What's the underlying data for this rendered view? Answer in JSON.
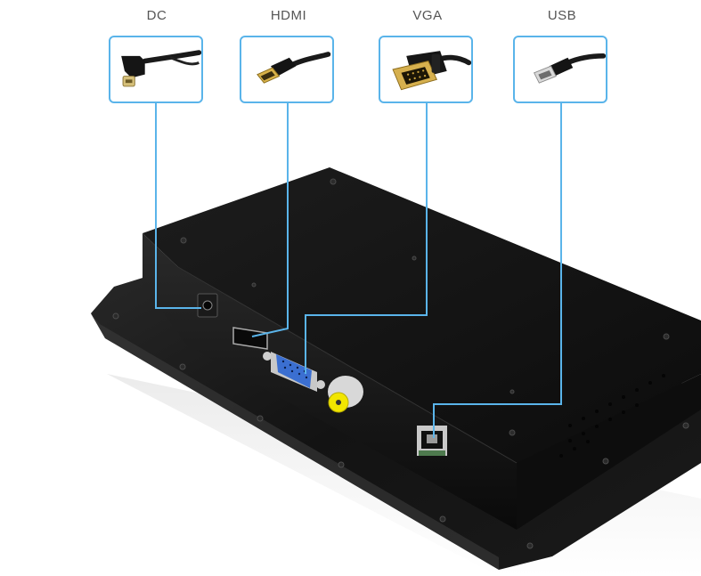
{
  "connectors": [
    {
      "label": "DC",
      "icon": "dc-plug-icon"
    },
    {
      "label": "HDMI",
      "icon": "hdmi-cable-icon"
    },
    {
      "label": "VGA",
      "icon": "vga-cable-icon"
    },
    {
      "label": "USB",
      "icon": "usb-b-cable-icon"
    }
  ],
  "colors": {
    "accent_line": "#5ab4ea",
    "label_text": "#555555",
    "device_body": "#141414",
    "vga_port": "#3b6fd1",
    "av_port": "#f2e600"
  }
}
